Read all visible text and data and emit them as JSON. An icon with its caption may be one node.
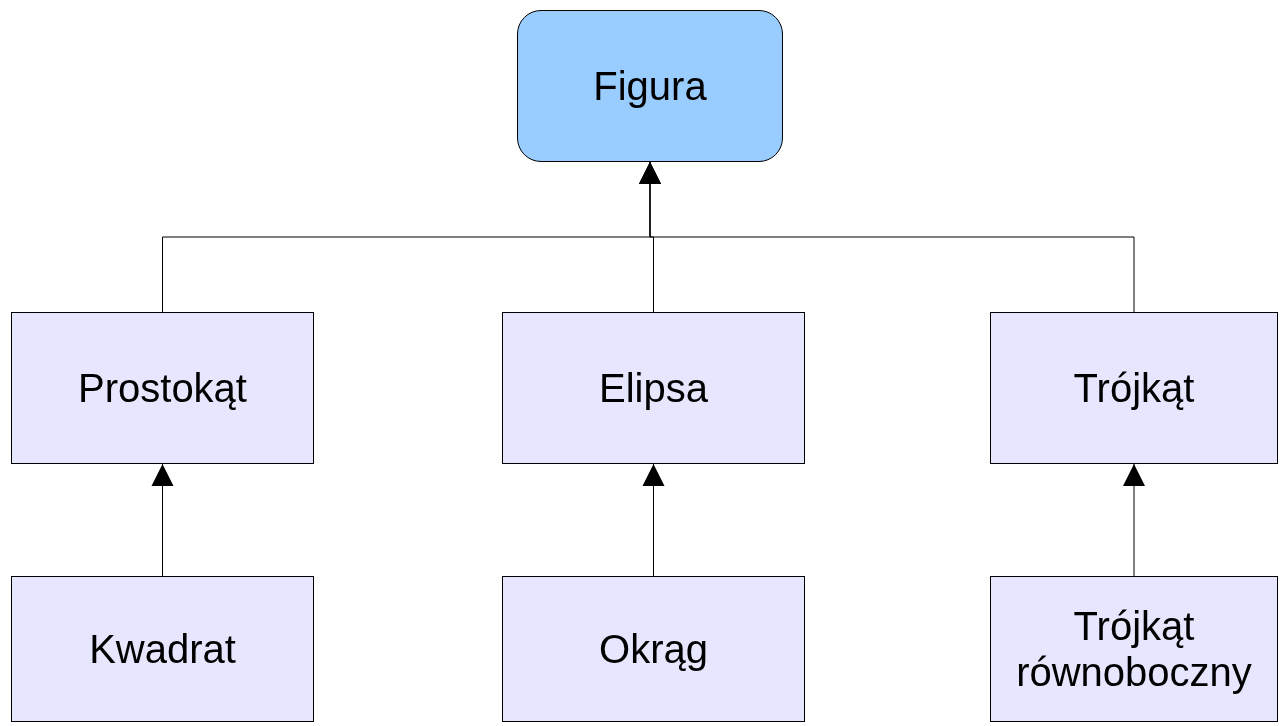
{
  "diagram": {
    "nodes": [
      {
        "text": [
          "Figura"
        ]
      },
      {
        "text": [
          "Prostokąt"
        ]
      },
      {
        "text": [
          "Elipsa"
        ]
      },
      {
        "text": [
          "Trójkąt"
        ]
      },
      {
        "text": [
          "Kwadrat"
        ]
      },
      {
        "text": [
          "Okrąg"
        ]
      },
      {
        "text": [
          "Trójkąt równoboczny"
        ]
      }
    ],
    "edges": [
      {
        "from": 1,
        "to": 0,
        "arrow": "to"
      },
      {
        "from": 2,
        "to": 0,
        "arrow": "to"
      },
      {
        "from": 3,
        "to": 0,
        "arrow": "to"
      },
      {
        "from": 4,
        "to": 1,
        "arrow": "to"
      },
      {
        "from": 5,
        "to": 2,
        "arrow": "to"
      },
      {
        "from": 6,
        "to": 3,
        "arrow": "to"
      }
    ]
  }
}
